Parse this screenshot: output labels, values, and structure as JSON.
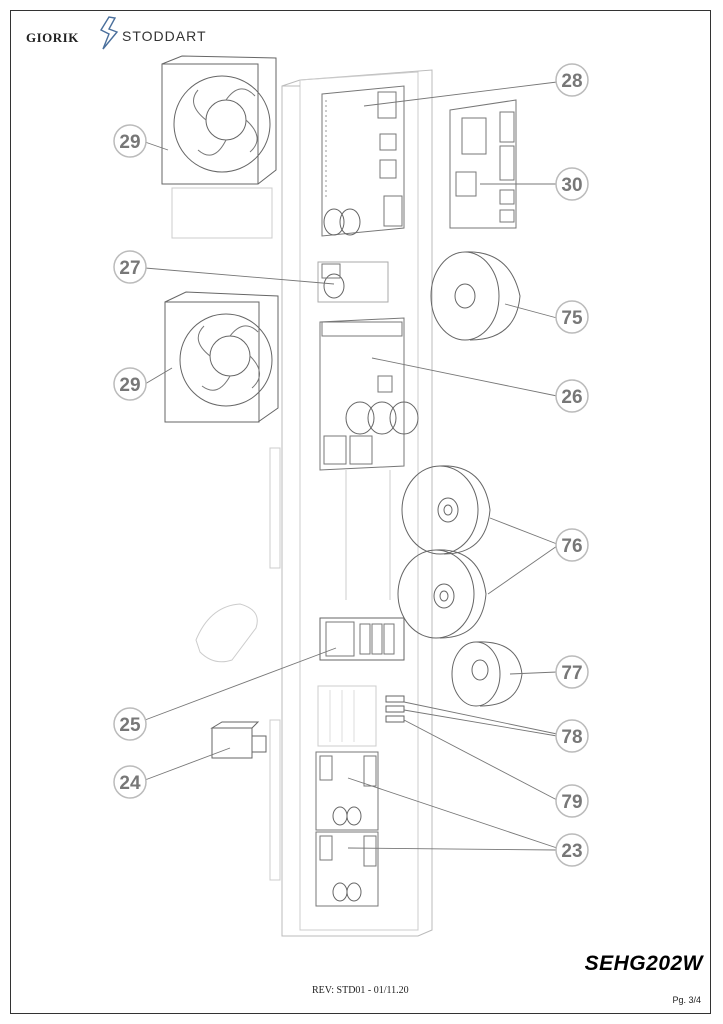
{
  "header": {
    "brand_giorik": "GIORIK",
    "brand_stoddart": "STODDART"
  },
  "footer": {
    "model_code": "SEHG202W",
    "revision": "REV: STD01 - 01/11.20",
    "page": "Pg. 3/4"
  },
  "callouts": [
    "28",
    "29",
    "30",
    "27",
    "75",
    "29",
    "26",
    "76",
    "77",
    "25",
    "78",
    "24",
    "79",
    "23"
  ],
  "colors": {
    "line": "#555555",
    "light_line": "#aaaaaa",
    "callout_circle": "#bbbbbb",
    "callout_text": "#777777"
  }
}
